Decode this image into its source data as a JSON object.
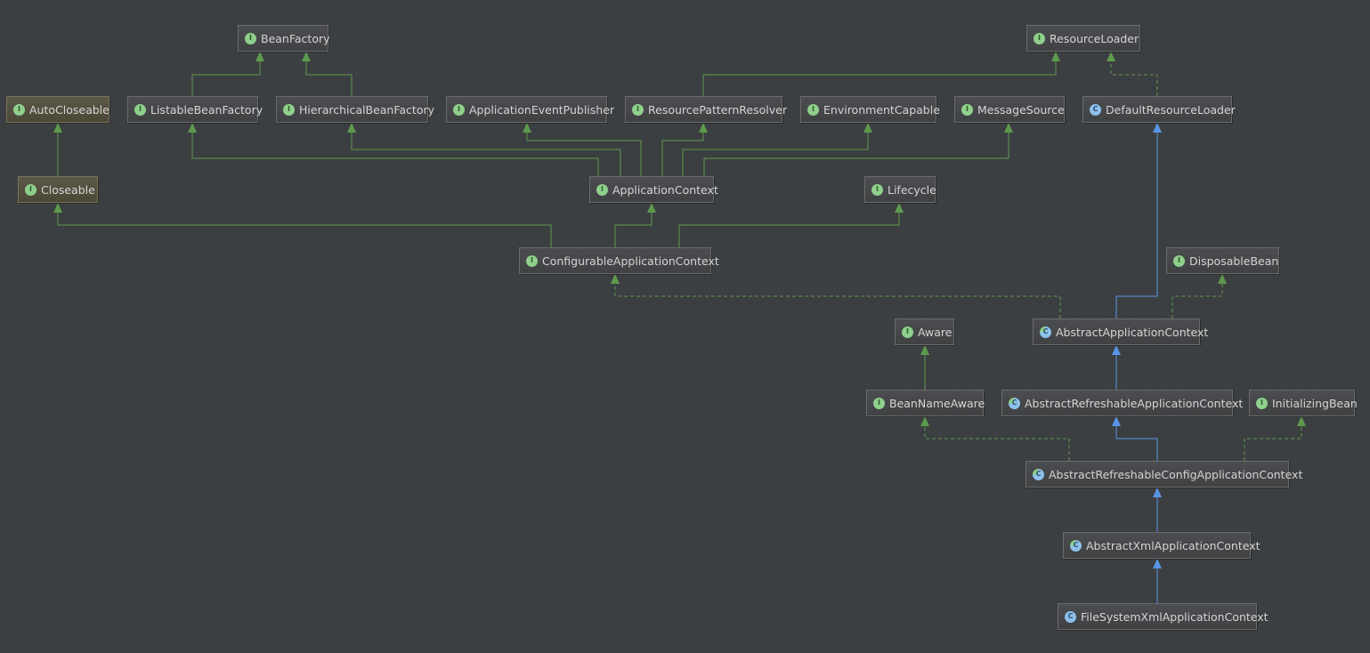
{
  "colors": {
    "background": "#3c3f41",
    "interface_edge": "#5e9a4e",
    "extends_edge": "#5895e6"
  },
  "nodes": [
    {
      "id": "BeanFactory",
      "label": "BeanFactory",
      "kind": "interface",
      "icon": "interface-icon"
    },
    {
      "id": "ResourceLoader",
      "label": "ResourceLoader",
      "kind": "interface",
      "icon": "interface-icon"
    },
    {
      "id": "AutoCloseable",
      "label": "AutoCloseable",
      "kind": "interface",
      "jdk": true,
      "icon": "interface-icon"
    },
    {
      "id": "ListableBeanFactory",
      "label": "ListableBeanFactory",
      "kind": "interface",
      "icon": "interface-icon"
    },
    {
      "id": "HierarchicalBeanFactory",
      "label": "HierarchicalBeanFactory",
      "kind": "interface",
      "icon": "interface-icon"
    },
    {
      "id": "ApplicationEventPublisher",
      "label": "ApplicationEventPublisher",
      "kind": "interface",
      "icon": "interface-icon"
    },
    {
      "id": "ResourcePatternResolver",
      "label": "ResourcePatternResolver",
      "kind": "interface",
      "icon": "interface-icon"
    },
    {
      "id": "EnvironmentCapable",
      "label": "EnvironmentCapable",
      "kind": "interface",
      "icon": "interface-icon"
    },
    {
      "id": "MessageSource",
      "label": "MessageSource",
      "kind": "interface",
      "icon": "interface-icon"
    },
    {
      "id": "DefaultResourceLoader",
      "label": "DefaultResourceLoader",
      "kind": "class",
      "icon": "class-icon"
    },
    {
      "id": "Closeable",
      "label": "Closeable",
      "kind": "interface",
      "jdk": true,
      "icon": "interface-icon"
    },
    {
      "id": "ApplicationContext",
      "label": "ApplicationContext",
      "kind": "interface",
      "icon": "interface-icon"
    },
    {
      "id": "Lifecycle",
      "label": "Lifecycle",
      "kind": "interface",
      "icon": "interface-icon"
    },
    {
      "id": "ConfigurableApplicationContext",
      "label": "ConfigurableApplicationContext",
      "kind": "interface",
      "icon": "interface-icon"
    },
    {
      "id": "DisposableBean",
      "label": "DisposableBean",
      "kind": "interface",
      "icon": "interface-icon"
    },
    {
      "id": "Aware",
      "label": "Aware",
      "kind": "interface",
      "icon": "interface-icon"
    },
    {
      "id": "AbstractApplicationContext",
      "label": "AbstractApplicationContext",
      "kind": "abstract",
      "icon": "abstract-class-icon"
    },
    {
      "id": "BeanNameAware",
      "label": "BeanNameAware",
      "kind": "interface",
      "icon": "interface-icon"
    },
    {
      "id": "AbstractRefreshableApplicationContext",
      "label": "AbstractRefreshableApplicationContext",
      "kind": "abstract",
      "icon": "abstract-class-icon"
    },
    {
      "id": "InitializingBean",
      "label": "InitializingBean",
      "kind": "interface",
      "icon": "interface-icon"
    },
    {
      "id": "AbstractRefreshableConfigApplicationContext",
      "label": "AbstractRefreshableConfigApplicationContext",
      "kind": "abstract",
      "icon": "abstract-class-icon"
    },
    {
      "id": "AbstractXmlApplicationContext",
      "label": "AbstractXmlApplicationContext",
      "kind": "abstract",
      "icon": "abstract-class-icon"
    },
    {
      "id": "FileSystemXmlApplicationContext",
      "label": "FileSystemXmlApplicationContext",
      "kind": "class",
      "icon": "class-icon"
    }
  ],
  "badge_letters": {
    "interface": "I",
    "class": "C",
    "abstract": "C"
  },
  "edges": [
    {
      "from": "ListableBeanFactory",
      "to": "BeanFactory",
      "type": "interface-extends"
    },
    {
      "from": "HierarchicalBeanFactory",
      "to": "BeanFactory",
      "type": "interface-extends"
    },
    {
      "from": "ResourcePatternResolver",
      "to": "ResourceLoader",
      "type": "interface-extends"
    },
    {
      "from": "DefaultResourceLoader",
      "to": "ResourceLoader",
      "type": "implements"
    },
    {
      "from": "Closeable",
      "to": "AutoCloseable",
      "type": "interface-extends"
    },
    {
      "from": "ApplicationContext",
      "to": "ListableBeanFactory",
      "type": "interface-extends"
    },
    {
      "from": "ApplicationContext",
      "to": "HierarchicalBeanFactory",
      "type": "interface-extends"
    },
    {
      "from": "ApplicationContext",
      "to": "ApplicationEventPublisher",
      "type": "interface-extends"
    },
    {
      "from": "ApplicationContext",
      "to": "ResourcePatternResolver",
      "type": "interface-extends"
    },
    {
      "from": "ApplicationContext",
      "to": "EnvironmentCapable",
      "type": "interface-extends"
    },
    {
      "from": "ApplicationContext",
      "to": "MessageSource",
      "type": "interface-extends"
    },
    {
      "from": "ConfigurableApplicationContext",
      "to": "Closeable",
      "type": "interface-extends"
    },
    {
      "from": "ConfigurableApplicationContext",
      "to": "ApplicationContext",
      "type": "interface-extends"
    },
    {
      "from": "ConfigurableApplicationContext",
      "to": "Lifecycle",
      "type": "interface-extends"
    },
    {
      "from": "AbstractApplicationContext",
      "to": "ConfigurableApplicationContext",
      "type": "implements"
    },
    {
      "from": "AbstractApplicationContext",
      "to": "DefaultResourceLoader",
      "type": "extends"
    },
    {
      "from": "AbstractApplicationContext",
      "to": "DisposableBean",
      "type": "implements"
    },
    {
      "from": "BeanNameAware",
      "to": "Aware",
      "type": "interface-extends"
    },
    {
      "from": "AbstractRefreshableApplicationContext",
      "to": "AbstractApplicationContext",
      "type": "extends"
    },
    {
      "from": "AbstractRefreshableConfigApplicationContext",
      "to": "BeanNameAware",
      "type": "implements"
    },
    {
      "from": "AbstractRefreshableConfigApplicationContext",
      "to": "AbstractRefreshableApplicationContext",
      "type": "extends"
    },
    {
      "from": "AbstractRefreshableConfigApplicationContext",
      "to": "InitializingBean",
      "type": "implements"
    },
    {
      "from": "AbstractXmlApplicationContext",
      "to": "AbstractRefreshableConfigApplicationContext",
      "type": "extends"
    },
    {
      "from": "FileSystemXmlApplicationContext",
      "to": "AbstractXmlApplicationContext",
      "type": "extends"
    }
  ]
}
